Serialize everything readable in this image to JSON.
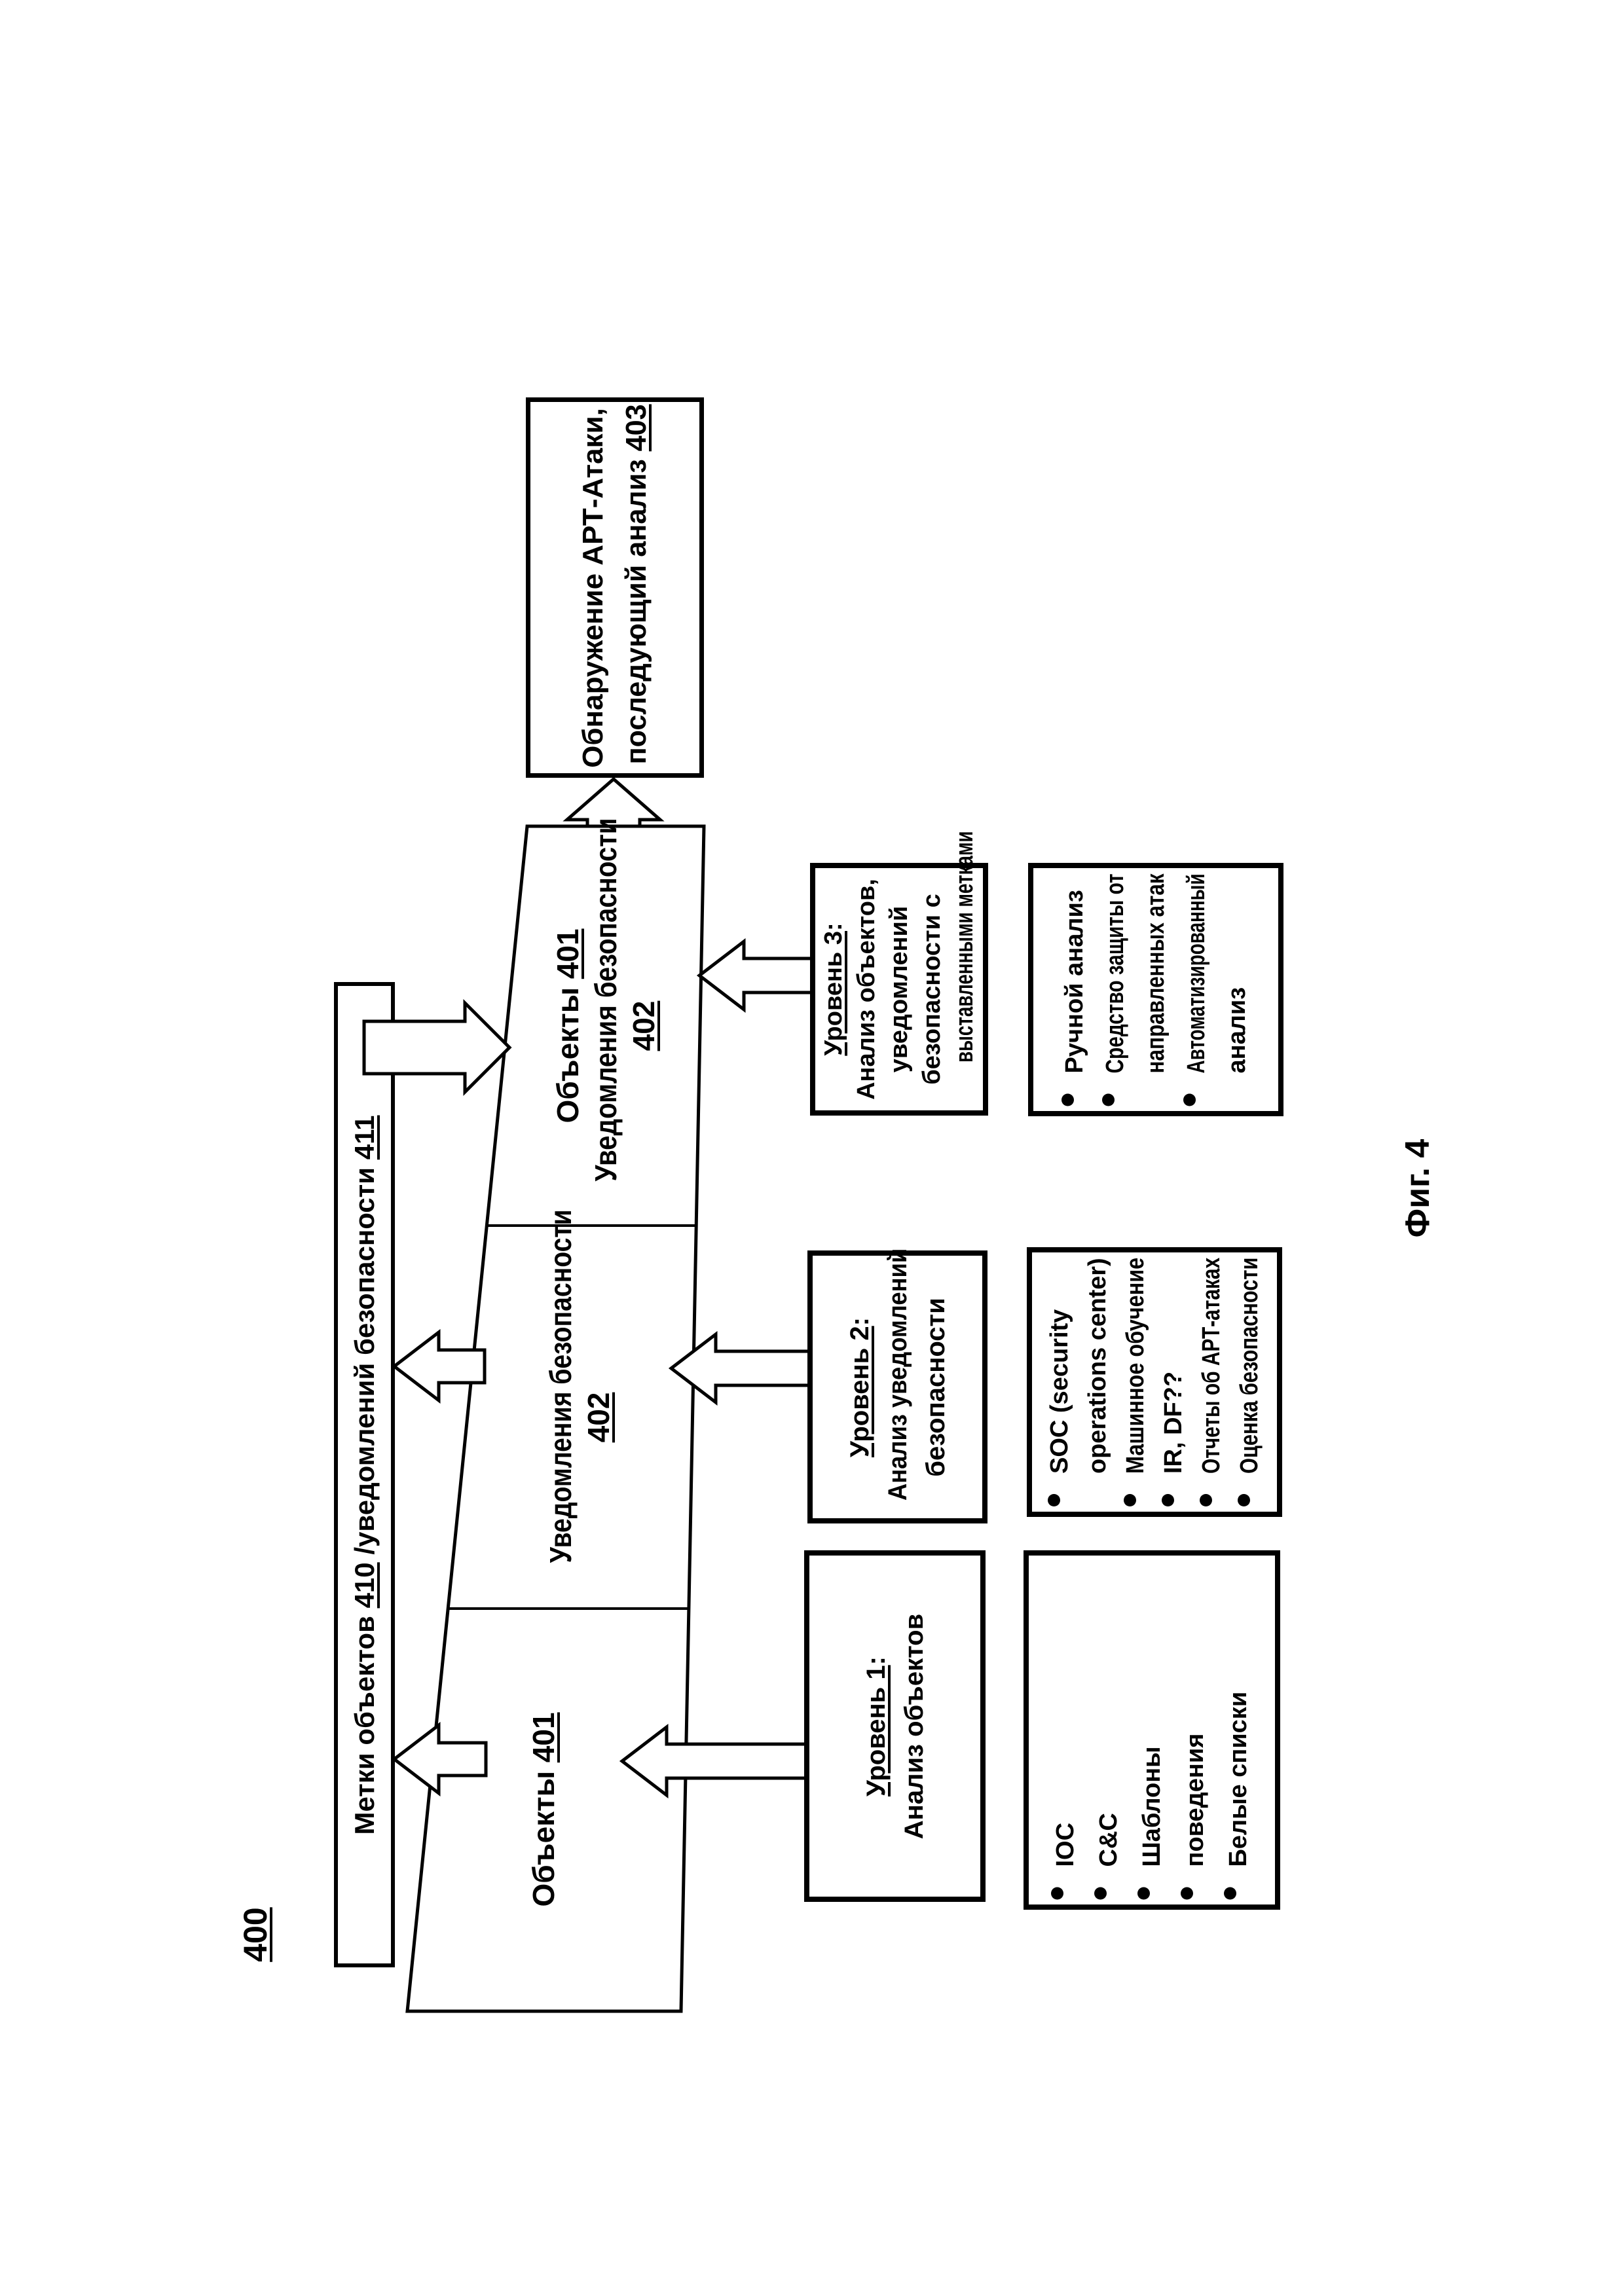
{
  "figure": {
    "detection_box": {
      "lines": [
        {
          "segments": [
            {
              "t": "Обнаружение АРТ-Атаки,"
            }
          ]
        },
        {
          "segments": [
            {
              "t": "последующий анализ "
            },
            {
              "t": "403",
              "u": true
            }
          ]
        }
      ]
    },
    "tags_bar": {
      "lines": [
        {
          "segments": [
            {
              "t": "Метки объектов "
            },
            {
              "t": "410",
              "u": true
            },
            {
              "t": " /уведомлений безопасности "
            },
            {
              "t": "411",
              "u": true
            }
          ]
        }
      ]
    },
    "funnel": {
      "band_top": {
        "lines": [
          {
            "segments": [
              {
                "t": "Объекты "
              },
              {
                "t": "401",
                "u": true
              }
            ]
          },
          {
            "segments": [
              {
                "t": "Уведомления безопасности"
              }
            ]
          },
          {
            "segments": [
              {
                "t": "402",
                "u": true
              }
            ]
          }
        ]
      },
      "band_middle": {
        "lines": [
          {
            "segments": [
              {
                "t": "Уведомления безопасности"
              }
            ]
          },
          {
            "segments": [
              {
                "t": "402",
                "u": true
              }
            ]
          }
        ]
      },
      "band_bottom": {
        "lines": [
          {
            "segments": [
              {
                "t": "Объекты "
              },
              {
                "t": "401",
                "u": true
              }
            ]
          }
        ]
      }
    },
    "level_boxes": {
      "level3": {
        "lines": [
          {
            "segments": [
              {
                "t": "Уровень 3",
                "u": true
              },
              {
                "t": ":"
              }
            ]
          },
          {
            "segments": [
              {
                "t": "Анализ объектов,"
              }
            ]
          },
          {
            "segments": [
              {
                "t": "уведомлений"
              }
            ]
          },
          {
            "segments": [
              {
                "t": "безопасности с"
              }
            ]
          },
          {
            "segments": [
              {
                "t": "выставленными метками"
              }
            ]
          }
        ]
      },
      "level2": {
        "lines": [
          {
            "segments": [
              {
                "t": "Уровень 2",
                "u": true
              },
              {
                "t": ":"
              }
            ]
          },
          {
            "segments": [
              {
                "t": "Анализ уведомлений"
              }
            ]
          },
          {
            "segments": [
              {
                "t": "безопасности"
              }
            ]
          }
        ]
      },
      "level1": {
        "lines": [
          {
            "segments": [
              {
                "t": "Уровень 1",
                "u": true
              },
              {
                "t": ":"
              }
            ]
          },
          {
            "segments": [
              {
                "t": "Анализ объектов"
              }
            ]
          }
        ]
      }
    },
    "method_boxes": {
      "level3_methods": {
        "lines": [
          {
            "bullet": true,
            "segments": [
              {
                "t": "Ручной анализ"
              }
            ]
          },
          {
            "bullet": true,
            "segments": [
              {
                "t": "Средство защиты от"
              }
            ]
          },
          {
            "bullet": false,
            "segments": [
              {
                "t": "направленных атак"
              }
            ]
          },
          {
            "bullet": true,
            "segments": [
              {
                "t": "Автоматизированный"
              }
            ]
          },
          {
            "bullet": false,
            "segments": [
              {
                "t": "анализ"
              }
            ]
          }
        ]
      },
      "level2_methods": {
        "lines": [
          {
            "bullet": true,
            "segments": [
              {
                "t": "SOC (security"
              }
            ]
          },
          {
            "bullet": false,
            "segments": [
              {
                "t": "operations center)"
              }
            ]
          },
          {
            "bullet": true,
            "segments": [
              {
                "t": "Машинное обучение"
              }
            ]
          },
          {
            "bullet": true,
            "segments": [
              {
                "t": "IR, DF??"
              }
            ]
          },
          {
            "bullet": true,
            "segments": [
              {
                "t": "Отчеты об АРТ-атаках"
              }
            ]
          },
          {
            "bullet": true,
            "segments": [
              {
                "t": "Оценка безопасности"
              }
            ]
          }
        ]
      },
      "level1_methods": {
        "lines": [
          {
            "bullet": true,
            "segments": [
              {
                "t": "IOC"
              }
            ]
          },
          {
            "bullet": true,
            "segments": [
              {
                "t": "C&C"
              }
            ]
          },
          {
            "bullet": true,
            "segments": [
              {
                "t": "Шаблоны"
              }
            ]
          },
          {
            "bullet": true,
            "segments": [
              {
                "t": "поведения"
              }
            ]
          },
          {
            "bullet": true,
            "segments": [
              {
                "t": "Белые списки"
              }
            ]
          }
        ]
      }
    },
    "labels": {
      "figure_label": {
        "lines": [
          {
            "segments": [
              {
                "t": "Фиг. 4"
              }
            ]
          }
        ]
      },
      "diagram_number": {
        "lines": [
          {
            "segments": [
              {
                "t": "400",
                "u": true
              }
            ]
          }
        ]
      }
    }
  }
}
